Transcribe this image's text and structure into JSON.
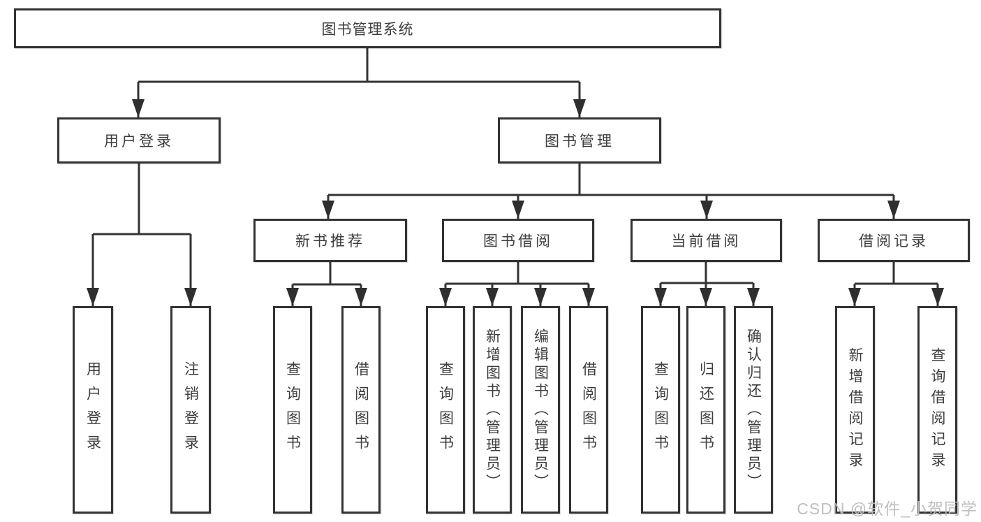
{
  "diagram": {
    "root": {
      "label": "图书管理系统"
    },
    "user_login": {
      "label": "用户登录",
      "children": [
        {
          "label": "用户登录"
        },
        {
          "label": "注销登录"
        }
      ]
    },
    "book_management": {
      "label": "图书管理"
    },
    "sections": [
      {
        "label": "新书推荐",
        "children": [
          {
            "label": "查询图书"
          },
          {
            "label": "借阅图书"
          }
        ]
      },
      {
        "label": "图书借阅",
        "children": [
          {
            "label": "查询图书"
          },
          {
            "label": "新增图书（管理员）"
          },
          {
            "label": "编辑图书（管理员）"
          },
          {
            "label": "借阅图书"
          }
        ]
      },
      {
        "label": "当前借阅",
        "children": [
          {
            "label": "查询图书"
          },
          {
            "label": "归还图书"
          },
          {
            "label": "确认归还（管理员）"
          }
        ]
      },
      {
        "label": "借阅记录",
        "children": [
          {
            "label": "新增借阅记录"
          },
          {
            "label": "查询借阅记录"
          }
        ]
      }
    ],
    "line_color": "#333333",
    "watermark": "CSDN @软件_小贺同学"
  }
}
